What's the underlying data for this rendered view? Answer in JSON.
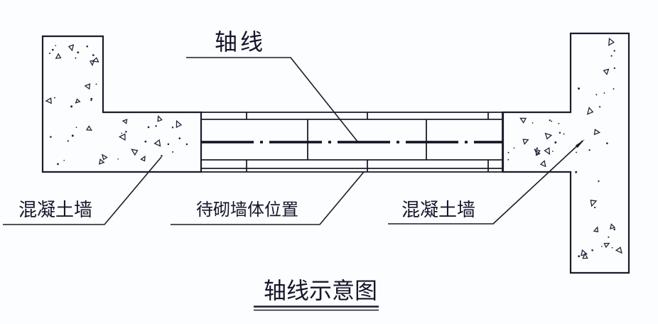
{
  "diagram": {
    "title": "轴线示意图",
    "labels": {
      "axis": "轴线",
      "concrete_left": "混凝土墙",
      "masonry_position": "待砌墙体位置",
      "concrete_right": "混凝土墙"
    },
    "colors": {
      "background": "#fcfdfe",
      "line": "#1b1b2d",
      "text": "#15152a"
    }
  }
}
